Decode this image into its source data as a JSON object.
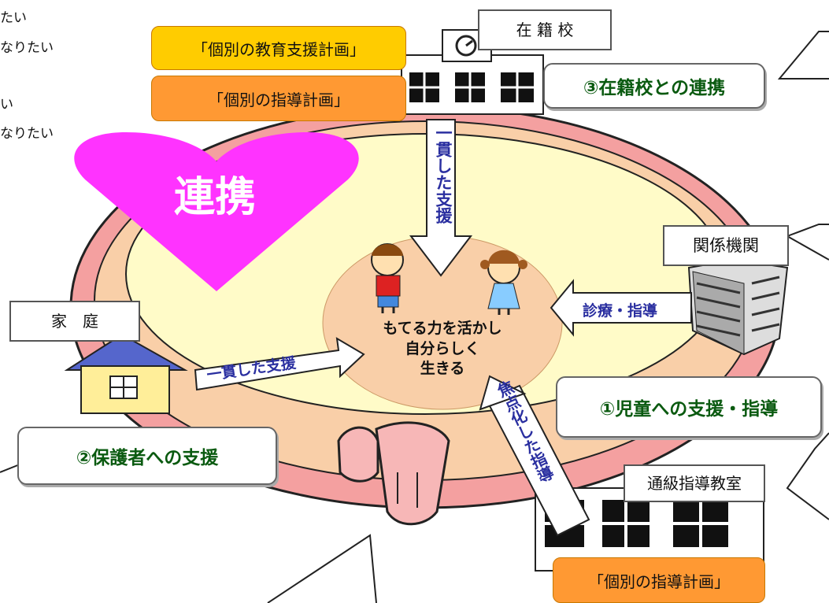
{
  "left_fragments": [
    "たい",
    "なりたい",
    "い",
    "なりたい"
  ],
  "labels": {
    "school": "在 籍 校",
    "agency": "関係機関",
    "home": "家　庭",
    "tsukyu": "通級指導教室"
  },
  "plans": {
    "kyoiku": "「個別の教育支援計画」",
    "shido_top": "「個別の指導計画」",
    "shido_bottom": "「個別の指導計画」"
  },
  "boxes": {
    "school_link": "③在籍校との連携",
    "child_support": "①児童への支援・指導",
    "parent_support": "②保護者への支援"
  },
  "heart_text": "連携",
  "center_lines": [
    "もてる力を活かし",
    "自分らしく",
    "生きる"
  ],
  "arrows": {
    "top": "一貫した支援",
    "left": "一貫した支援",
    "right": "診療・指導",
    "bottom": "焦点化した指導"
  },
  "colors": {
    "ring": "#f4a0a0",
    "outer_fill": "#f9cfa8",
    "inner_fill": "#fffbc8",
    "heart": "#ff33ff",
    "arrow_text": "#2a2fa0",
    "plan_yellow": "#ffcc00",
    "plan_orange": "#ff9933",
    "box_text": "#0a5a10"
  }
}
